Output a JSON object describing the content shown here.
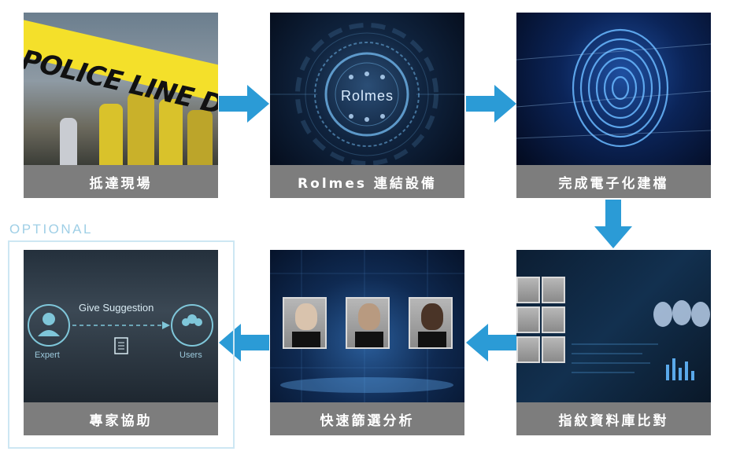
{
  "optional_label": "OPTIONAL",
  "steps": [
    {
      "caption": "抵達現場",
      "tape_text": "POLICE LINE DO NOT CROSS"
    },
    {
      "caption": "Rolmes 連結設備",
      "logo_text": "Rolmes"
    },
    {
      "caption": "完成電子化建檔"
    },
    {
      "caption": "指紋資料庫比對"
    },
    {
      "caption": "快速篩選分析"
    },
    {
      "caption": "專家協助",
      "diagram": {
        "suggestion": "Give Suggestion",
        "left_label": "Expert",
        "right_label": "Users"
      }
    }
  ],
  "colors": {
    "arrow": "#2b9bd6",
    "caption_bg": "#7d7d7d",
    "optional": "#9fcfe6"
  }
}
